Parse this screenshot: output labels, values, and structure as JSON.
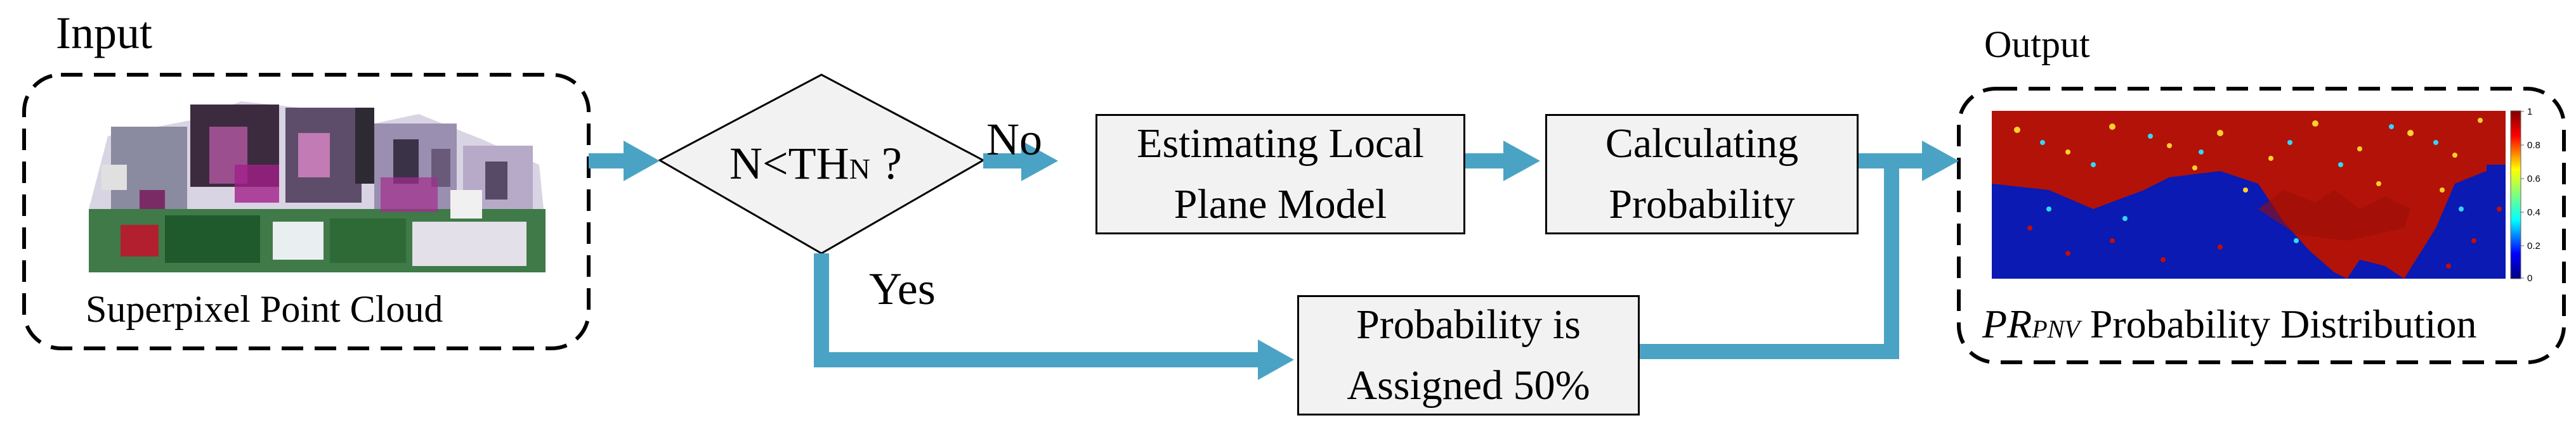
{
  "labels": {
    "input": "Input",
    "output": "Output",
    "input_caption": "Superpixel Point Cloud",
    "decision_n": "N<TH",
    "decision_sub": "N",
    "decision_q": " ?",
    "branch_no": "No",
    "branch_yes": "Yes",
    "estimate_line1": "Estimating Local",
    "estimate_line2": "Plane Model",
    "calc_line1": "Calculating",
    "calc_line2": "Probability",
    "assign_line1": "Probability is",
    "assign_line2": "Assigned 50%",
    "output_caption_main": "PR",
    "output_caption_sub": "PNV",
    "output_caption_rest": " Probability Distribution"
  },
  "colorbar_ticks": [
    "1",
    "0.8",
    "0.6",
    "0.4",
    "0.2",
    "0"
  ],
  "colors": {
    "arrow": "#4aa3c4",
    "box_fill": "#f2f2f2",
    "heatmap_red": "#b31208",
    "heatmap_blue": "#0a1ab3"
  }
}
